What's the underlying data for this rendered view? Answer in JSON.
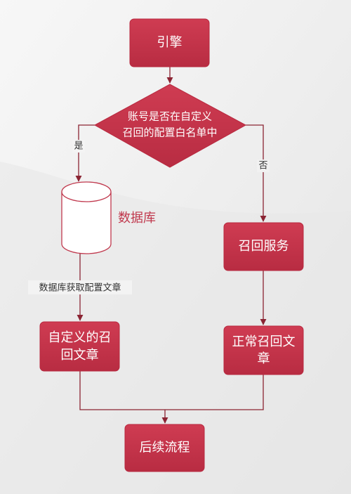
{
  "nodes": {
    "engine": "引擎",
    "decision": [
      "账号是否在自定义",
      "召回的配置白名单中"
    ],
    "database": "数据库",
    "recall_service": "召回服务",
    "custom_recall": [
      "自定义的召",
      "回文章"
    ],
    "normal_recall": [
      "正常召回文",
      "章"
    ],
    "followup": "后续流程"
  },
  "edges": {
    "yes": "是",
    "no": "否",
    "db_fetch": "数据库获取配置文章"
  },
  "colors": {
    "node_fill": "#c8354b",
    "node_stroke": "#b8293f",
    "connector": "#8b2433",
    "db_stroke": "#c0384d"
  }
}
